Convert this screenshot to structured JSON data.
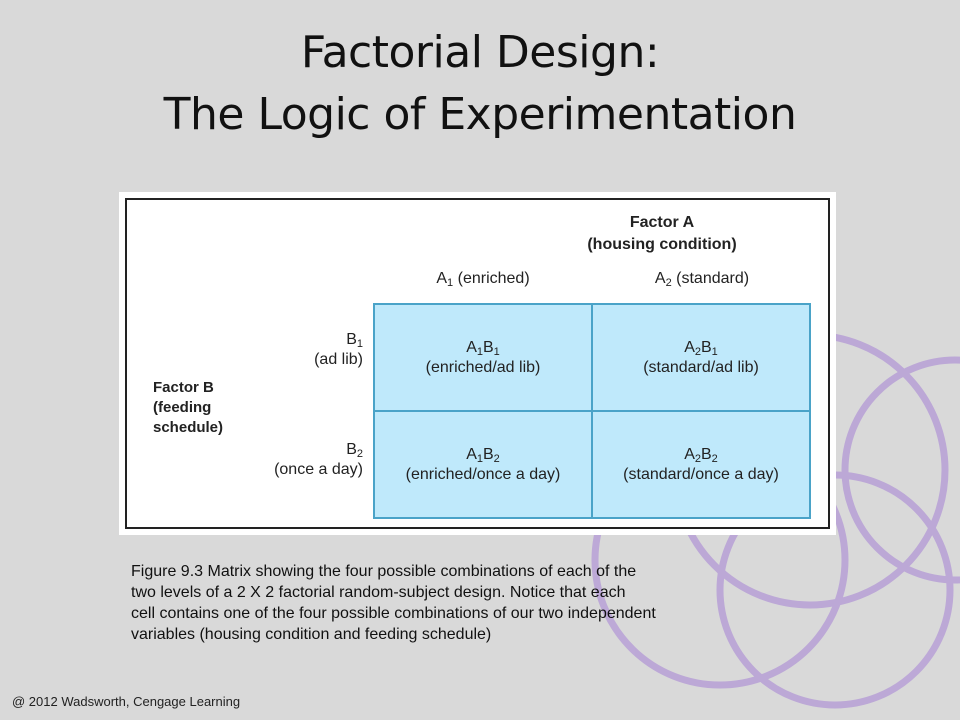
{
  "slide": {
    "title_line1": "Factorial Design:",
    "title_line2": "The Logic of Experimentation",
    "footer": "@ 2012 Wadsworth, Cengage Learning",
    "accent_ring_color": "#b9a3d6",
    "background_color": "#d9d9d9"
  },
  "matrix": {
    "factor_a_title": "Factor A",
    "factor_a_subtitle": "(housing condition)",
    "columns": [
      {
        "letter": "A",
        "sub": "1",
        "desc": "(enriched)"
      },
      {
        "letter": "A",
        "sub": "2",
        "desc": "(standard)"
      }
    ],
    "factor_b_title": "Factor B",
    "factor_b_line2": "(feeding",
    "factor_b_line3": "schedule)",
    "rows": [
      {
        "letter": "B",
        "sub": "1",
        "desc": "(ad lib)"
      },
      {
        "letter": "B",
        "sub": "2",
        "desc": "(once a day)"
      }
    ],
    "cells": [
      {
        "a": "A",
        "a_sub": "1",
        "b": "B",
        "b_sub": "1",
        "desc": "(enriched/ad lib)"
      },
      {
        "a": "A",
        "a_sub": "2",
        "b": "B",
        "b_sub": "1",
        "desc": "(standard/ad lib)"
      },
      {
        "a": "A",
        "a_sub": "1",
        "b": "B",
        "b_sub": "2",
        "desc": "(enriched/once a day)"
      },
      {
        "a": "A",
        "a_sub": "2",
        "b": "B",
        "b_sub": "2",
        "desc": "(standard/once a day)"
      }
    ],
    "cell_color": "#bfe9fb"
  },
  "caption": {
    "line1": "Figure 9.3 Matrix showing the four possible combinations of each of the",
    "line2": "two levels of a 2 X 2 factorial random-subject design. Notice that each",
    "line3": "cell contains one of the four possible combinations of our two independent",
    "line4": "variables (housing condition and feeding schedule)"
  }
}
